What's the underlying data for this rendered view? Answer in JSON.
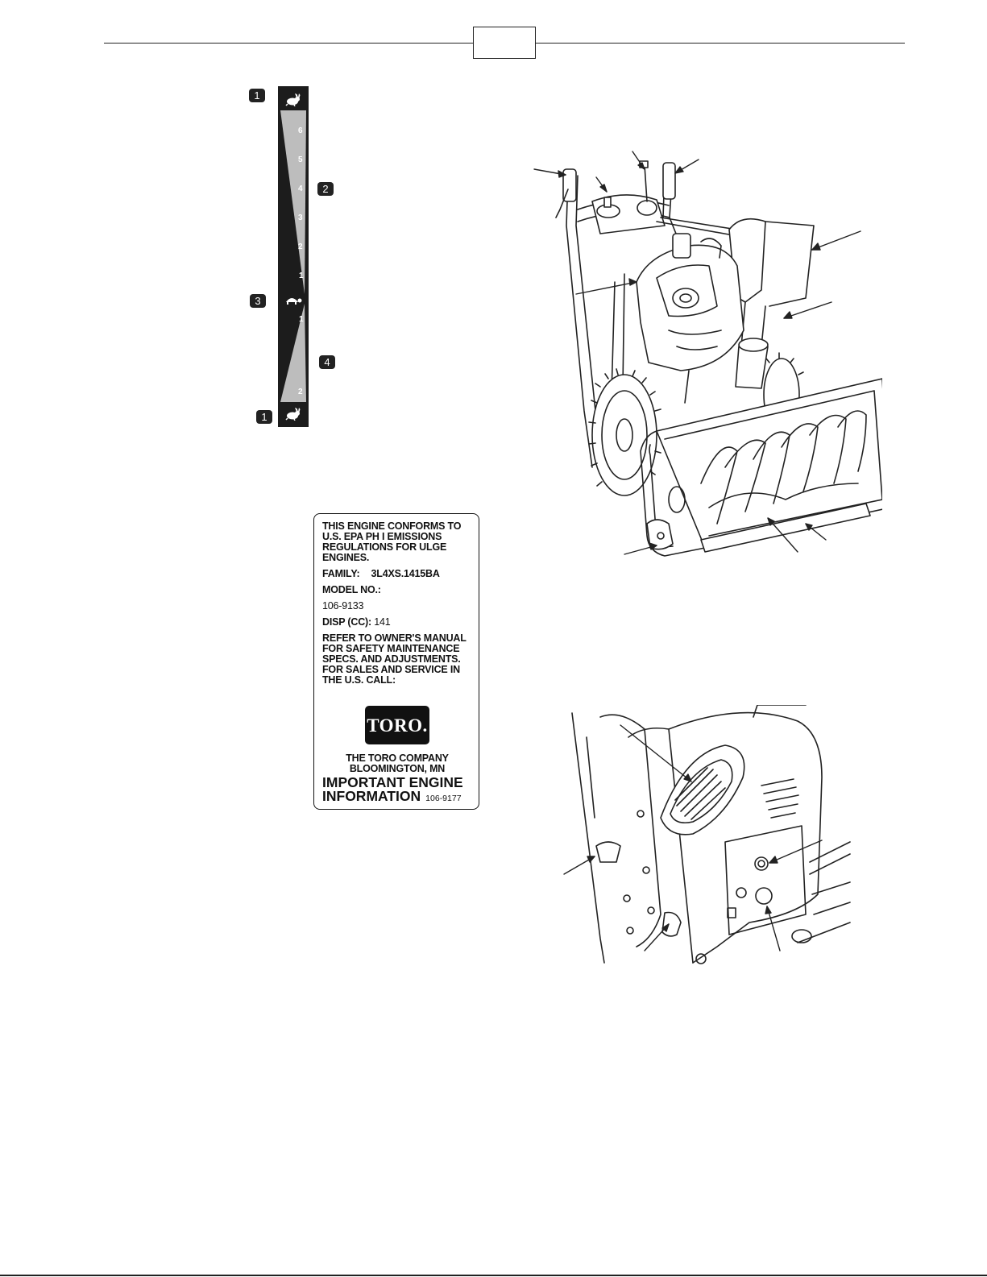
{
  "decal": {
    "callouts": [
      "1",
      "2",
      "3",
      "4",
      "1"
    ],
    "forward_speeds": [
      "6",
      "5",
      "4",
      "3",
      "2",
      "1"
    ],
    "reverse_speeds": [
      "1",
      "2"
    ],
    "icons": [
      "rabbit-icon",
      "turtle-icon",
      "rabbit-icon"
    ]
  },
  "label": {
    "heading": [
      "THIS ENGINE CONFORMS TO",
      "U.S. EPA PH I EMISSIONS",
      "REGULATIONS FOR ULGE",
      "ENGINES."
    ],
    "family_label": "FAMILY:",
    "family_value": "3L4XS.1415BA",
    "model_label": "MODEL NO.:",
    "model_value": "106-9133",
    "disp_label": "DISP (CC):",
    "disp_value": "141",
    "refer": [
      "REFER TO OWNER'S MANUAL",
      "FOR SAFETY MAINTENANCE",
      "SPECS. AND ADJUSTMENTS.",
      "FOR SALES AND SERVICE IN",
      "THE U.S. CALL:"
    ],
    "logo": "TORO.",
    "company": [
      "THE TORO COMPANY",
      "BLOOMINGTON,  MN"
    ],
    "important": [
      "IMPORTANT ENGINE",
      "INFORMATION"
    ],
    "part_number": "106-9177"
  }
}
